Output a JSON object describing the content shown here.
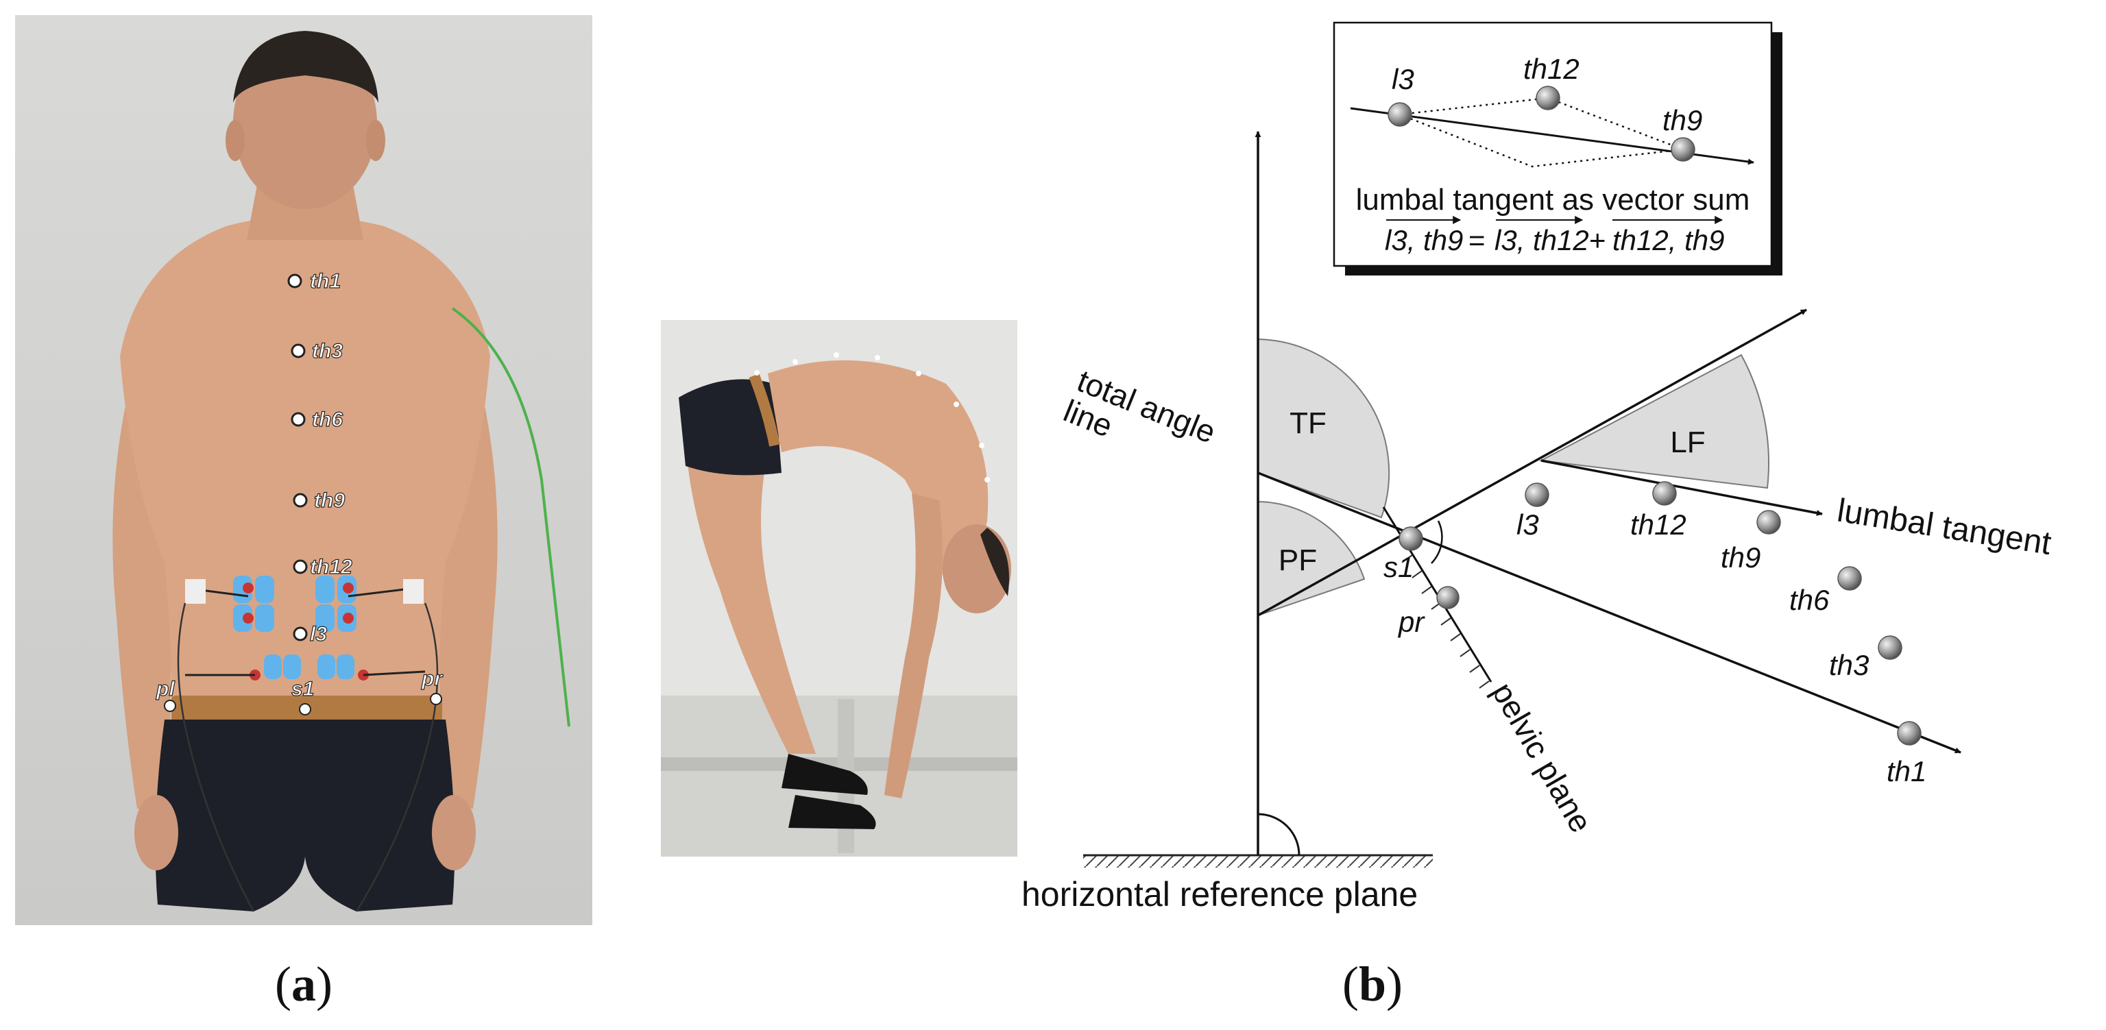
{
  "panels": {
    "a": {
      "caption_open": "(",
      "caption_letter": "a",
      "caption_close": ")"
    },
    "b": {
      "caption_open": "(",
      "caption_letter": "b",
      "caption_close": ")"
    }
  },
  "photo_markers": [
    "th1",
    "th3",
    "th6",
    "th9",
    "th12",
    "l3",
    "s1",
    "pl",
    "pr"
  ],
  "diagram": {
    "angles": {
      "tf": "TF",
      "lf": "LF",
      "pf": "PF"
    },
    "lines": {
      "total_angle_1": "total angle",
      "total_angle_2": "line",
      "lumbal_tangent": "lumbal tangent",
      "pelvic_plane": "pelvic plane",
      "horizontal_plane": "horizontal reference plane"
    },
    "points": [
      "s1",
      "pr",
      "l3",
      "th12",
      "th9",
      "th6",
      "th3",
      "th1"
    ]
  },
  "inset": {
    "points": [
      "l3",
      "th12",
      "th9"
    ],
    "caption": "lumbal tangent as vector sum",
    "eq_lhs": "l3, th9",
    "eq_eq": "=",
    "eq_t1": "l3, th12",
    "eq_plus": "+",
    "eq_t2": "th12, th9"
  },
  "colors": {
    "wall": "#d7d7d5",
    "skin": "#d9a585",
    "shorts": "#1d2028",
    "belt": "#b27a43",
    "electrode": "#61b3ec",
    "wire_green": "#4db14d",
    "angle_fill": "#dcdcdc",
    "marker": "#8f8f8f"
  }
}
